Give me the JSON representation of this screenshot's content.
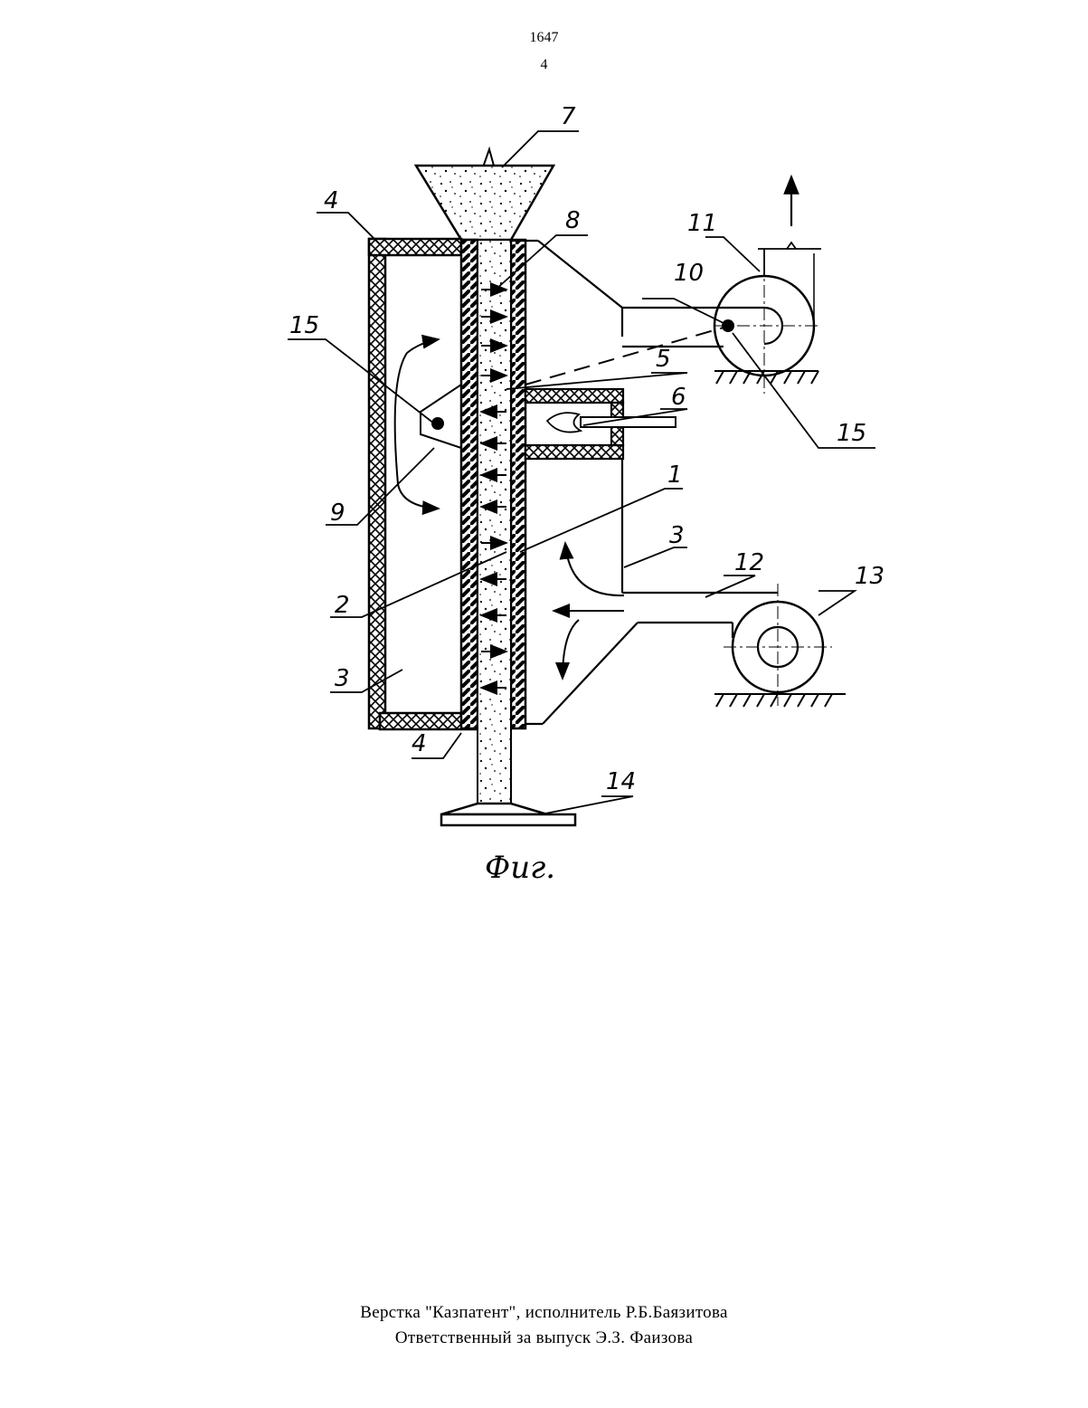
{
  "header": {
    "patent_number": "1647",
    "page_number": "4"
  },
  "figure": {
    "caption": "Фиг.",
    "callouts": {
      "c1": "1",
      "c2": "2",
      "c3a": "3",
      "c3b": "3",
      "c4a": "4",
      "c4b": "4",
      "c5": "5",
      "c6": "6",
      "c7": "7",
      "c8": "8",
      "c9": "9",
      "c10": "10",
      "c11": "11",
      "c12": "12",
      "c13": "13",
      "c14": "14",
      "c15a": "15",
      "c15b": "15"
    }
  },
  "footer": {
    "line1": "Верстка \"Казпатент\", исполнитель  Р.Б.Баязитова",
    "line2": "Ответственный за выпуск Э.З. Фаизова"
  }
}
